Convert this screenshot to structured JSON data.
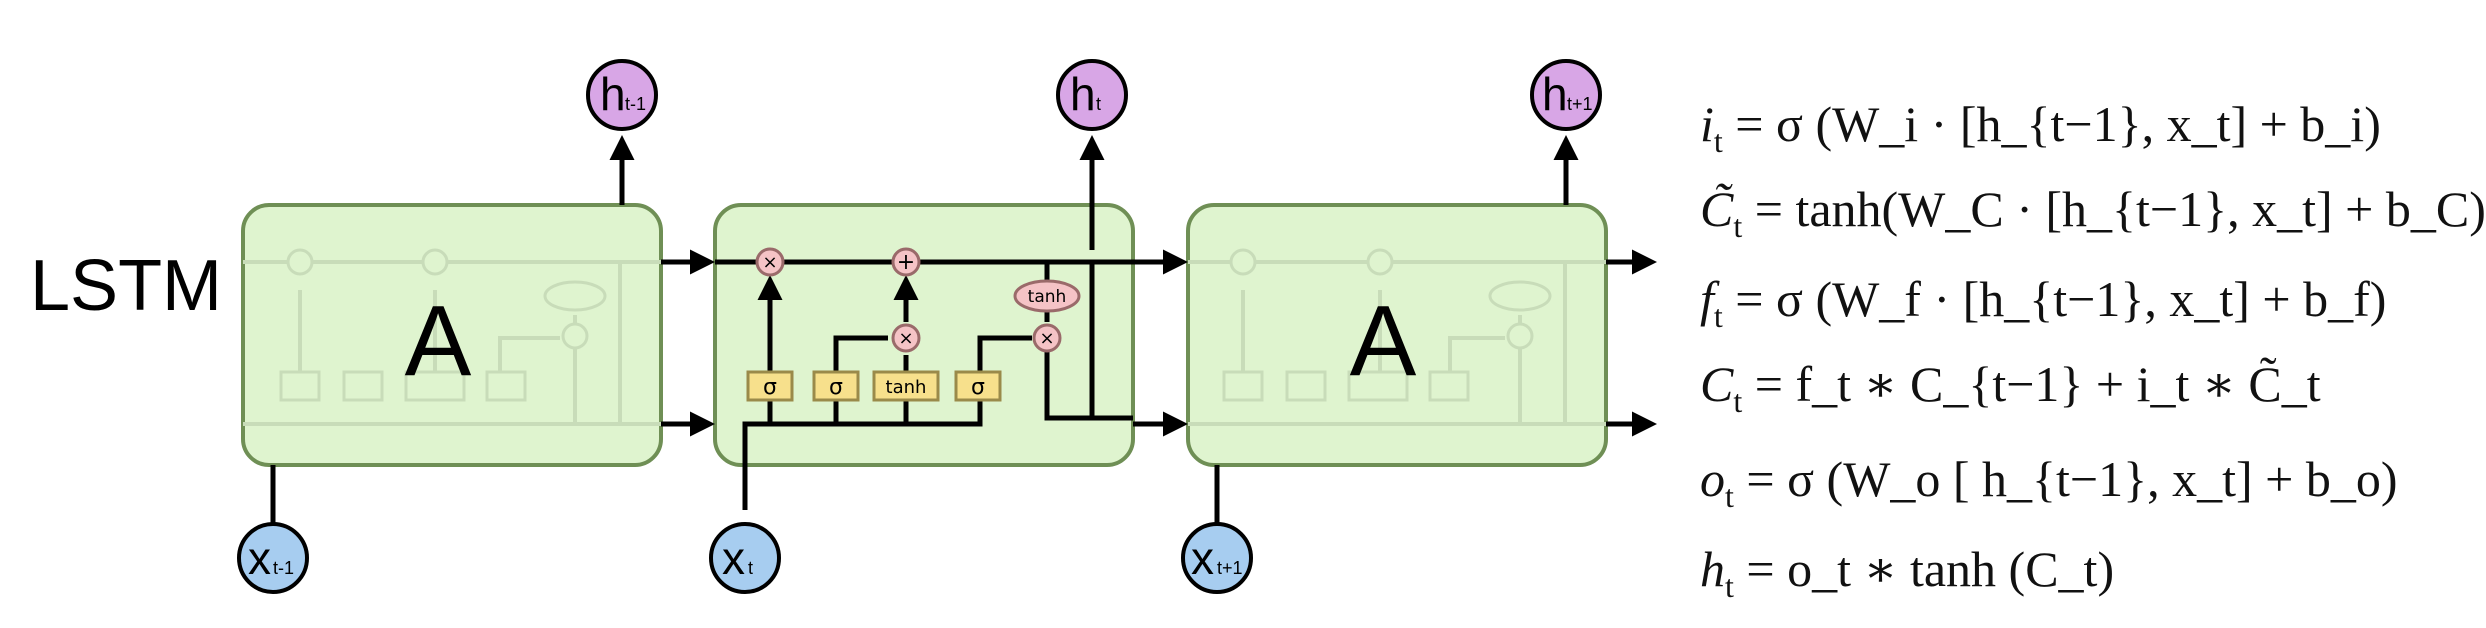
{
  "title": "LSTM",
  "cell_label": "A",
  "gates": {
    "sigma": "σ",
    "tanh": "tanh",
    "mult": "×",
    "add": "+"
  },
  "outputs": [
    {
      "base": "h",
      "sub": "t-1"
    },
    {
      "base": "h",
      "sub": "t"
    },
    {
      "base": "h",
      "sub": "t+1"
    }
  ],
  "inputs": [
    {
      "base": "x",
      "sub": "t-1"
    },
    {
      "base": "x",
      "sub": "t"
    },
    {
      "base": "x",
      "sub": "t+1"
    }
  ],
  "colors": {
    "cell_fill": "#dff4cf",
    "cell_stroke": "#6f8f55",
    "gate_fill": "#f7e08c",
    "gate_stroke": "#9a8a4a",
    "op_fill": "#f5c3c6",
    "op_stroke": "#9a6a6a",
    "h_fill": "#d8a6e6",
    "x_fill": "#a7cdf0",
    "line": "#000000"
  },
  "equations": [
    {
      "lhs": "i",
      "lhs_sub": "t",
      "rhs": "= σ (W_i · [h_{t−1}, x_t] + b_i)"
    },
    {
      "lhs": "C̃",
      "lhs_sub": "t",
      "rhs": "= tanh(W_C · [h_{t−1}, x_t] + b_C)"
    },
    {
      "lhs": "f",
      "lhs_sub": "t",
      "rhs": "= σ (W_f · [h_{t−1}, x_t] + b_f)"
    },
    {
      "lhs": "C",
      "lhs_sub": "t",
      "rhs": "= f_t ∗ C_{t−1} + i_t ∗ C̃_t"
    },
    {
      "lhs": "o",
      "lhs_sub": "t",
      "rhs": "= σ (W_o [ h_{t−1}, x_t] + b_o)"
    },
    {
      "lhs": "h",
      "lhs_sub": "t",
      "rhs": "= o_t ∗ tanh (C_t)"
    }
  ]
}
